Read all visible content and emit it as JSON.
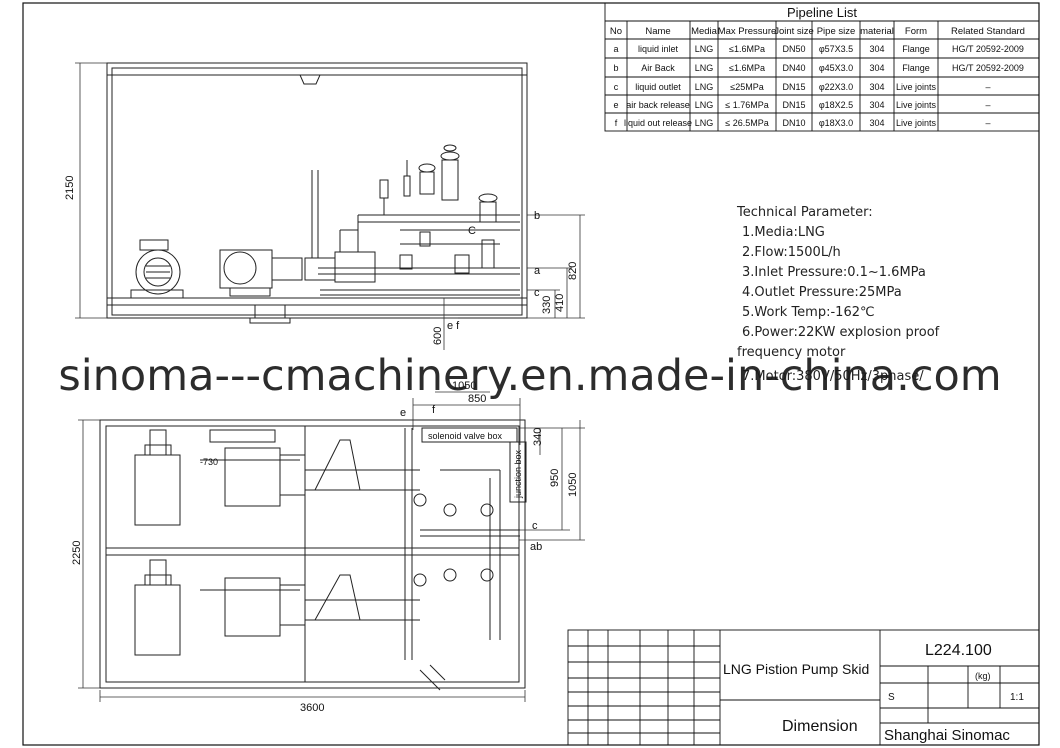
{
  "pipeline_list": {
    "title": "Pipeline List",
    "headers": [
      "No",
      "Name",
      "Media",
      "Max Pressure",
      "Joint size",
      "Pipe size",
      "material",
      "Form",
      "Related Standard"
    ],
    "rows": [
      [
        "a",
        "liquid inlet",
        "LNG",
        "≤1.6MPa",
        "DN50",
        "φ57X3.5",
        "304",
        "Flange",
        "HG/T 20592-2009"
      ],
      [
        "b",
        "Air Back",
        "LNG",
        "≤1.6MPa",
        "DN40",
        "φ45X3.0",
        "304",
        "Flange",
        "HG/T 20592-2009"
      ],
      [
        "c",
        "liquid outlet",
        "LNG",
        "≤25MPa",
        "DN15",
        "φ22X3.0",
        "304",
        "Live joints",
        "–"
      ],
      [
        "e",
        "air back release",
        "LNG",
        "≤ 1.76MPa",
        "DN15",
        "φ18X2.5",
        "304",
        "Live joints",
        "–"
      ],
      [
        "f",
        "liquid out release",
        "LNG",
        "≤ 26.5MPa",
        "DN10",
        "φ18X3.0",
        "304",
        "Live joints",
        "–"
      ]
    ]
  },
  "technical": {
    "title": "Technical Parameter:",
    "lines": [
      "1.Media:LNG",
      "2.Flow:1500L/h",
      "3.Inlet Pressure:0.1~1.6MPa",
      "4.Outlet Pressure:25MPa",
      "5.Work Temp:-162℃",
      "6.Power:22KW explosion proof",
      "frequency motor",
      "7.Motor:380V/50Hz/3phase/"
    ]
  },
  "watermark": "sinoma---cmachinery.en.made-in-china.com",
  "front_view": {
    "dim_height": "2150",
    "dim_820": "820",
    "dim_410": "410",
    "dim_330": "330",
    "dim_600": "600",
    "label_b": "b",
    "label_a": "a",
    "label_c": "c",
    "label_ef": "e f",
    "label_C": "C"
  },
  "plan_view": {
    "dim_width": "3600",
    "dim_depth": "2250",
    "dim_850": "850",
    "dim_1050_top": "1050",
    "dim_340": "340",
    "dim_950": "950",
    "dim_1050_side": "1050",
    "dim_730": "-730",
    "solenoid_box": "solenoid valve box",
    "junction_box": "junction box",
    "label_e": "e",
    "label_f": "f",
    "label_c": "c",
    "label_ab": "ab"
  },
  "title_block": {
    "drawing_no": "L224.100",
    "product": "LNG Pistion Pump Skid",
    "doc_type": "Dimension",
    "company": "Shanghai Sinomac",
    "stage_label": "S",
    "scale": "1:1",
    "weight_label": "(kg)"
  }
}
